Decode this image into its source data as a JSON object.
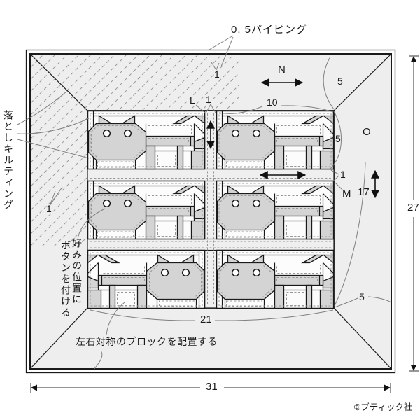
{
  "diagram": {
    "piping_label": "0. 5パイピング",
    "quilting_label": "落としキルティング",
    "button_note_line1": "好みの位置に",
    "button_note_line2": "ボタンを付ける",
    "symmetry_note": "左右対称のブロックを配置する",
    "credit": "©ブティック社",
    "letters": {
      "top_border": "N",
      "vertical_sashing": "L",
      "horizontal_sashing": "M",
      "side_border": "O"
    },
    "dims": {
      "overall_width": "31",
      "overall_height": "27",
      "panel_width": "21",
      "panel_height": "17",
      "block_width": "10",
      "top_border_width": "5",
      "right_border_width": "5",
      "bottom_border_width": "5",
      "piping_width": "1",
      "sashing_width": "1",
      "sashing_height": "1",
      "quilting_spacing": "1"
    },
    "colors": {
      "patch_gray": "#d4d4d4",
      "border_bg": "#eeeeee",
      "line": "#1a1a1a"
    }
  }
}
